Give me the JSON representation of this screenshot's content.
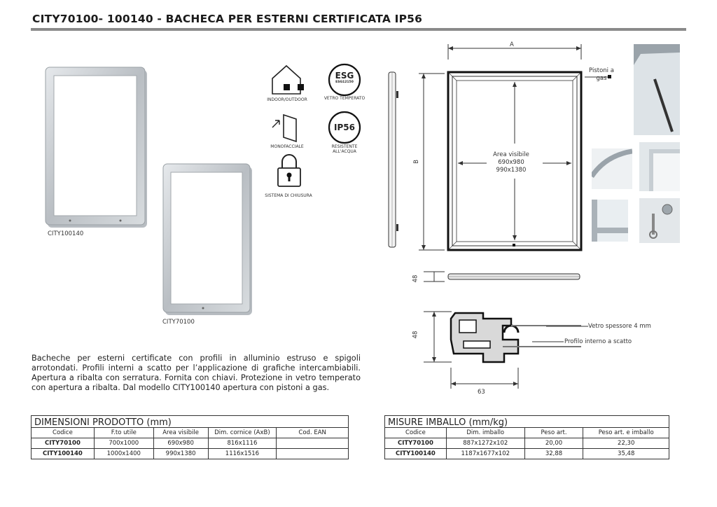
{
  "title": "CITY70100- 100140 - BACHECA PER ESTERNI CERTIFICATA IP56",
  "products": {
    "large_label": "CITY100140",
    "small_label": "CITY70100"
  },
  "icons": {
    "indoor_outdoor": "INDOOR/OUTDOOR",
    "esg_badge": "ESG",
    "esg_sub": "ESG12150",
    "vetro_temperato": "VETRO TEMPERATO",
    "monofacciale": "MONOFACCIALE",
    "ip56_badge": "IP56",
    "resistente": "RESISTENTE ALL'ACQUA",
    "sistema_chiusura": "SISTEMA DI CHIUSURA"
  },
  "drawing": {
    "dim_a": "A",
    "dim_b": "B",
    "area_label": "Area visibile",
    "area_size_1": "690x980",
    "area_size_2": "990x1380",
    "depth_48_top": "48",
    "depth_48_profile": "48",
    "width_63": "63",
    "vetro_label": "Vetro spessore 4 mm",
    "profilo_label": "Profilo interno a scatto",
    "pistoni_label": "Pistoni a gas"
  },
  "description": "Bacheche per esterni certificate con profili in alluminio estruso e spigoli arrotondati. Profili interni a scatto per l’applicazione di grafiche intercambiabili. Apertura a ribalta con serratura. Fornita con chiavi. Protezione in vetro temperato con apertura a ribalta. Dal modello CITY100140 apertura con pistoni a gas.",
  "table_dimensions": {
    "title": "DIMENSIONI PRODOTTO (mm)",
    "headers": [
      "Codice",
      "F.to utile",
      "Area visibile",
      "Dim. cornice (AxB)",
      "Cod. EAN"
    ],
    "rows": [
      [
        "CITY70100",
        "700x1000",
        "690x980",
        "816x1116",
        ""
      ],
      [
        "CITY100140",
        "1000x1400",
        "990x1380",
        "1116x1516",
        ""
      ]
    ]
  },
  "table_packaging": {
    "title": "MISURE IMBALLO (mm/kg)",
    "headers": [
      "Codice",
      "Dim. imballo",
      "Peso art.",
      "Peso art. e imballo"
    ],
    "rows": [
      [
        "CITY70100",
        "887x1272x102",
        "20,00",
        "22,30"
      ],
      [
        "CITY100140",
        "1187x1677x102",
        "32,88",
        "35,48"
      ]
    ]
  }
}
